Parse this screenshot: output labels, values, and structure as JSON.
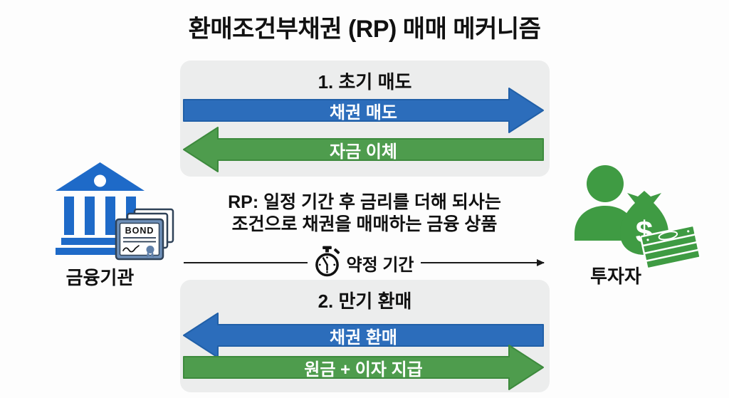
{
  "title": "환매조건부채권 (RP) 매매 메커니즘",
  "phase1": {
    "heading": "1. 초기 매도",
    "bond_sale_label": "채권 매도",
    "fund_transfer_label": "자금 이체"
  },
  "phase2": {
    "heading": "2. 만기 환매",
    "bond_repurchase_label": "채권 환매",
    "principal_interest_label": "원금 + 이자 지급"
  },
  "description": {
    "line1": "RP: 일정 기간 후 금리를 더해 되사는",
    "line2": "조건으로 채권을 매매하는 금융 상품"
  },
  "timeline": {
    "label": "약정 기간",
    "icon": "stopwatch-icon"
  },
  "left_entity": {
    "label": "금융기관",
    "bond_label": "BOND",
    "icons": [
      "bank-icon",
      "bond-certificate-icon"
    ]
  },
  "right_entity": {
    "label": "투자자",
    "dollar_sign": "$",
    "icons": [
      "investor-person-icon",
      "money-bag-icon",
      "cash-stack-icon"
    ]
  },
  "colors": {
    "arrow_blue": "#2c6dbb",
    "arrow_blue_border": "#2160a8",
    "arrow_green": "#4e9c4d",
    "arrow_green_border": "#3d8a3d",
    "bank_blue": "#1e6ac8",
    "investor_green": "#3f9b43",
    "bond_frame": "#6e8fb8",
    "bond_border": "#2f4258",
    "seal_blue": "#5f7fa8",
    "box_bg": "#eceded",
    "line_black": "#1a1a1a",
    "arrow_text": "#ffffff"
  }
}
